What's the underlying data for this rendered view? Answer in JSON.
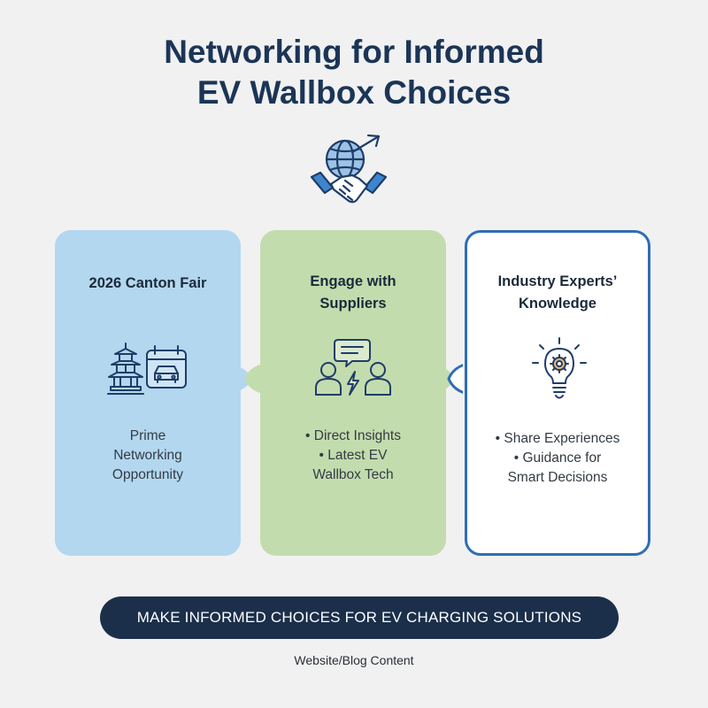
{
  "title": {
    "line1": "Networking for Informed",
    "line2": "EV Wallbox Choices"
  },
  "hero_icon": "globe-handshake-icon",
  "colors": {
    "title": "#1b3556",
    "card_1": "#b3d7ef",
    "card_2": "#c3dcae",
    "card_3_border": "#2f6db5",
    "banner": "#1b2f4b"
  },
  "cards": [
    {
      "title_lines": [
        "2026 Canton Fair"
      ],
      "icon": "pagoda-calendar-car-icon",
      "body_lines": [
        "Prime",
        "Networking",
        "Opportunity"
      ]
    },
    {
      "title_lines": [
        "Engage with",
        "Suppliers"
      ],
      "icon": "people-chat-bolt-icon",
      "bullets": [
        "• Direct Insights",
        "• Latest EV",
        "Wallbox Tech"
      ]
    },
    {
      "title_lines": [
        "Industry Experts’",
        "Knowledge"
      ],
      "icon": "lightbulb-gear-icon",
      "bullets": [
        "• Share Experiences",
        "• Guidance for",
        "Smart Decisions"
      ]
    }
  ],
  "banner": "MAKE INFORMED CHOICES FOR EV CHARGING SOLUTIONS",
  "footer": "Website/Blog Content"
}
